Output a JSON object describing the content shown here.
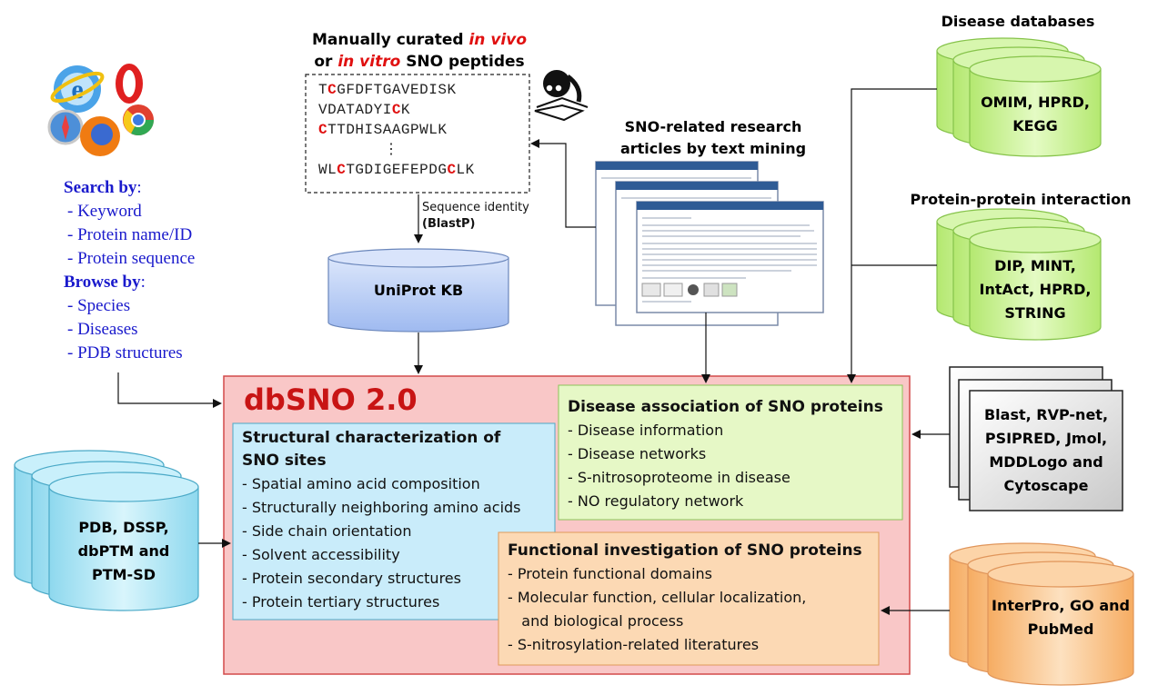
{
  "curated_title": {
    "line1_prefix": "Manually curated",
    "line1_em": "in vivo",
    "line2_prefix": "or",
    "line2_em": "in vitro",
    "line2_suffix": "SNO peptides"
  },
  "peptides": [
    {
      "parts": [
        {
          "t": "T",
          "c": false
        },
        {
          "t": "C",
          "c": true
        },
        {
          "t": "GFDFTGAVEDISK",
          "c": false
        }
      ]
    },
    {
      "parts": [
        {
          "t": "VDATADYI",
          "c": false
        },
        {
          "t": "C",
          "c": true
        },
        {
          "t": "K",
          "c": false
        }
      ]
    },
    {
      "parts": [
        {
          "t": "C",
          "c": true
        },
        {
          "t": "TTDHISAAGPWLK",
          "c": false
        }
      ]
    },
    {
      "parts": [
        {
          "t": "⋮",
          "c": false
        }
      ]
    },
    {
      "parts": [
        {
          "t": "WL",
          "c": false
        },
        {
          "t": "C",
          "c": true
        },
        {
          "t": "TGDIGEFEPDG",
          "c": false
        },
        {
          "t": "C",
          "c": true
        },
        {
          "t": "LK",
          "c": false
        }
      ]
    }
  ],
  "sequence_identity": {
    "line1": "Sequence identity",
    "line2": "(BlastP)"
  },
  "text_mining_label": {
    "line1": "SNO-related research",
    "line2": "articles by text mining"
  },
  "uniprot": "UniProt KB",
  "search_panel": {
    "search_heading": "Search by",
    "search_items": [
      "- Keyword",
      "- Protein name/ID",
      "- Protein sequence"
    ],
    "browse_heading": "Browse by",
    "browse_items": [
      "- Species",
      "- Diseases",
      "- PDB structures"
    ]
  },
  "disease_db": {
    "heading": "Disease databases",
    "line1": "OMIM, HPRD,",
    "line2": "KEGG"
  },
  "ppi_db": {
    "heading": "Protein-protein interaction",
    "line1": "DIP, MINT,",
    "line2": "IntAct, HPRD,",
    "line3": "STRING"
  },
  "tools": {
    "line1": "Blast, RVP-net,",
    "line2": "PSIPRED, Jmol,",
    "line3": "MDDLogo and",
    "line4": "Cytoscape"
  },
  "pdb_db": {
    "line1": "PDB, DSSP,",
    "line2": "dbPTM and",
    "line3": "PTM-SD"
  },
  "interpro_db": {
    "line1": "InterPro, GO and",
    "line2": "PubMed"
  },
  "main_title": "dbSNO 2.0",
  "structural": {
    "title_line1": "Structural characterization of",
    "title_line2": "SNO sites",
    "items": [
      "- Spatial amino acid composition",
      "- Structurally neighboring amino acids",
      "- Side chain orientation",
      "- Solvent accessibility",
      "- Protein secondary structures",
      "- Protein tertiary structures"
    ]
  },
  "disease_assoc": {
    "title": "Disease association of SNO proteins",
    "items": [
      "- Disease information",
      "- Disease networks",
      "- S-nitrosoproteome in disease",
      "- NO regulatory network"
    ]
  },
  "functional": {
    "title": "Functional investigation of SNO proteins",
    "items": [
      "- Protein functional domains",
      "- Molecular function, cellular localization,",
      "   and biological process",
      "- S-nitrosylation-related literatures"
    ]
  },
  "colors": {
    "main_fill": "#f9c7c7",
    "main_border": "#d24a4a",
    "title_color": "#c81414",
    "structural_fill": "#c9ecfa",
    "disease_fill": "#e6f8c6",
    "functional_fill": "#fcd9b4",
    "green_cylinder": "#c5f08a",
    "cyan_cylinder": "#9fe4f4",
    "orange_cylinder": "#fbbf82",
    "blue_cylinder": "#b8cff4",
    "search_text": "#1a1acc",
    "highlight": "#e01010"
  },
  "icons": [
    "browser-logos-icon",
    "reading-person-icon",
    "pubmed-screenshot-icon"
  ]
}
